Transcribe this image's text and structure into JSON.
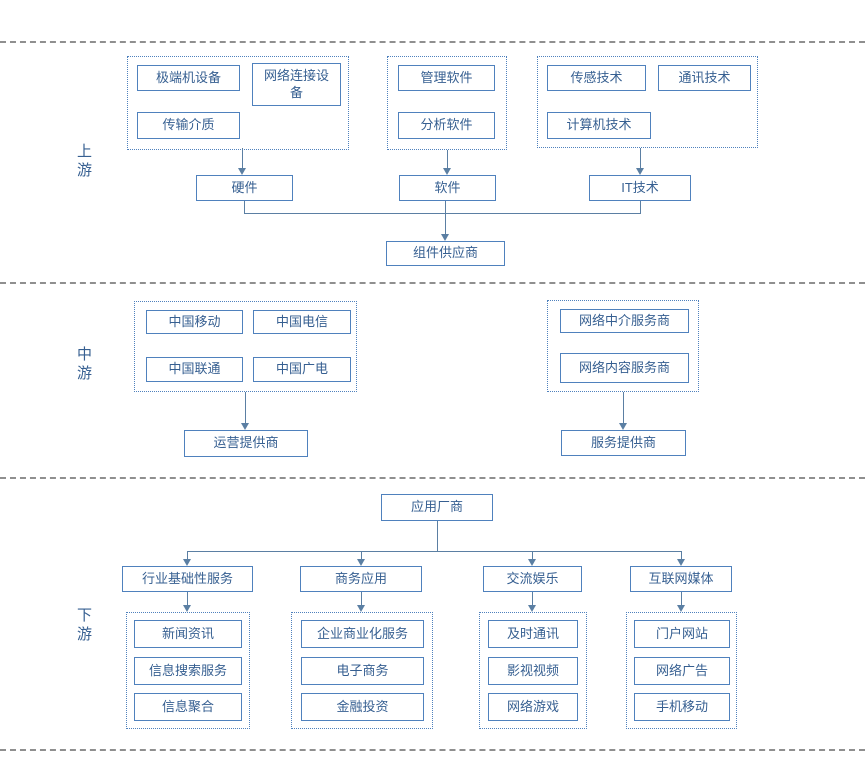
{
  "colors": {
    "box_border": "#4f81bd",
    "box_text": "#365f91",
    "connector": "#5b7fa3",
    "separator": "#8f8f8f"
  },
  "sections": {
    "upstream": {
      "label": "上游",
      "groups": [
        {
          "items": [
            "极端机设备",
            "网络连接设备",
            "传输介质"
          ]
        },
        {
          "items": [
            "管理软件",
            "分析软件"
          ]
        },
        {
          "items": [
            "传感技术",
            "通讯技术",
            "计算机技术"
          ]
        }
      ],
      "targets": [
        "硬件",
        "软件",
        "IT技术"
      ],
      "sink": "组件供应商"
    },
    "midstream": {
      "label": "中游",
      "groups": [
        {
          "items": [
            "中国移动",
            "中国电信",
            "中国联通",
            "中国广电"
          ],
          "target": "运营提供商"
        },
        {
          "items": [
            "网络中介服务商",
            "网络内容服务商"
          ],
          "target": "服务提供商"
        }
      ]
    },
    "downstream": {
      "label": "下游",
      "root": "应用厂商",
      "categories": [
        {
          "label": "行业基础性服务",
          "items": [
            "新闻资讯",
            "信息搜索服务",
            "信息聚合"
          ]
        },
        {
          "label": "商务应用",
          "items": [
            "企业商业化服务",
            "电子商务",
            "金融投资"
          ]
        },
        {
          "label": "交流娱乐",
          "items": [
            "及时通讯",
            "影视视频",
            "网络游戏"
          ]
        },
        {
          "label": "互联网媒体",
          "items": [
            "门户网站",
            "网络广告",
            "手机移动"
          ]
        }
      ]
    }
  }
}
